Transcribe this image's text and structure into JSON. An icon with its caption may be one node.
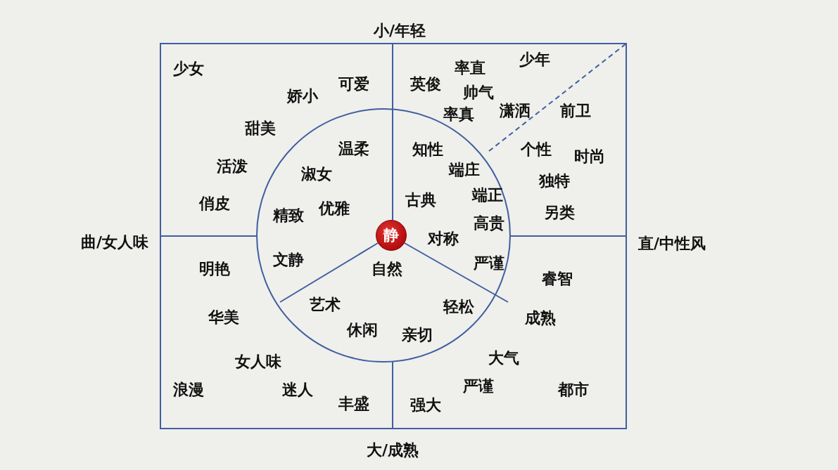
{
  "diagram": {
    "nodes": [
      {
        "text": [
          "静"
        ]
      }
    ],
    "labels": [
      "小/年轻",
      "少年",
      "少女",
      "率直",
      "可爱",
      "英俊",
      "帅气",
      "娇小",
      "前卫",
      "潇洒",
      "率真",
      "甜美",
      "温柔",
      "知性",
      "个性",
      "时尚",
      "活泼",
      "端庄",
      "淑女",
      "独特",
      "俏皮",
      "端正",
      "古典",
      "优雅",
      "另类",
      "精致",
      "高贵",
      "对称",
      "曲/女人味",
      "直/中性风",
      "文静",
      "严谨",
      "明艳",
      "自然",
      "睿智",
      "艺术",
      "轻松",
      "华美",
      "成熟",
      "休闲",
      "亲切",
      "大气",
      "女人味",
      "严谨",
      "浪漫",
      "迷人",
      "都市",
      "丰盛",
      "强大",
      "大/成熟"
    ]
  }
}
